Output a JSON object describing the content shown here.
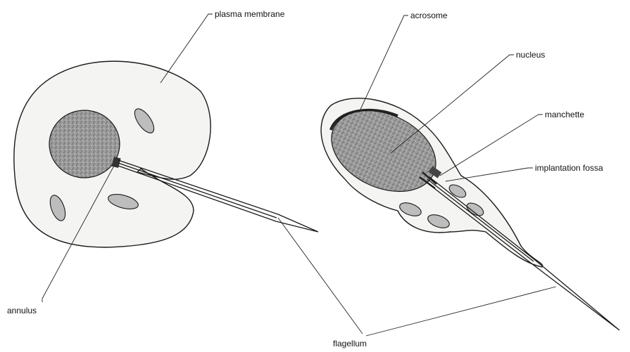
{
  "labels": {
    "plasma_membrane": "plasma membrane",
    "acrosome": "acrosome",
    "nucleus": "nucleus",
    "manchette": "manchette",
    "implantation_fossa": "implantation fossa",
    "annulus": "annulus",
    "flagellum": "flagellum"
  }
}
